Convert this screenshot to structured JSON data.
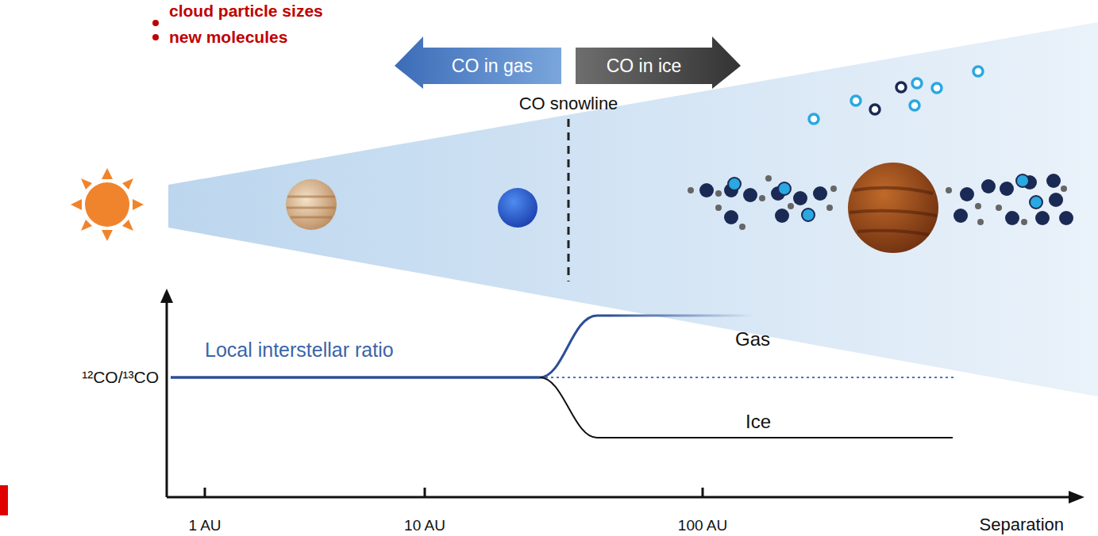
{
  "diagram": {
    "nodes": [
      {
        "text": [
          "CO in gas"
        ]
      },
      {
        "text": [
          "CO in ice"
        ]
      }
    ],
    "labels": [
      "cloud particle sizes",
      "new molecules",
      "CO snowline",
      "Local interstellar ratio",
      "Gas",
      "Ice",
      "¹²CO/¹³CO",
      "1 AU",
      "10 AU",
      "100 AU",
      "Separation"
    ]
  }
}
